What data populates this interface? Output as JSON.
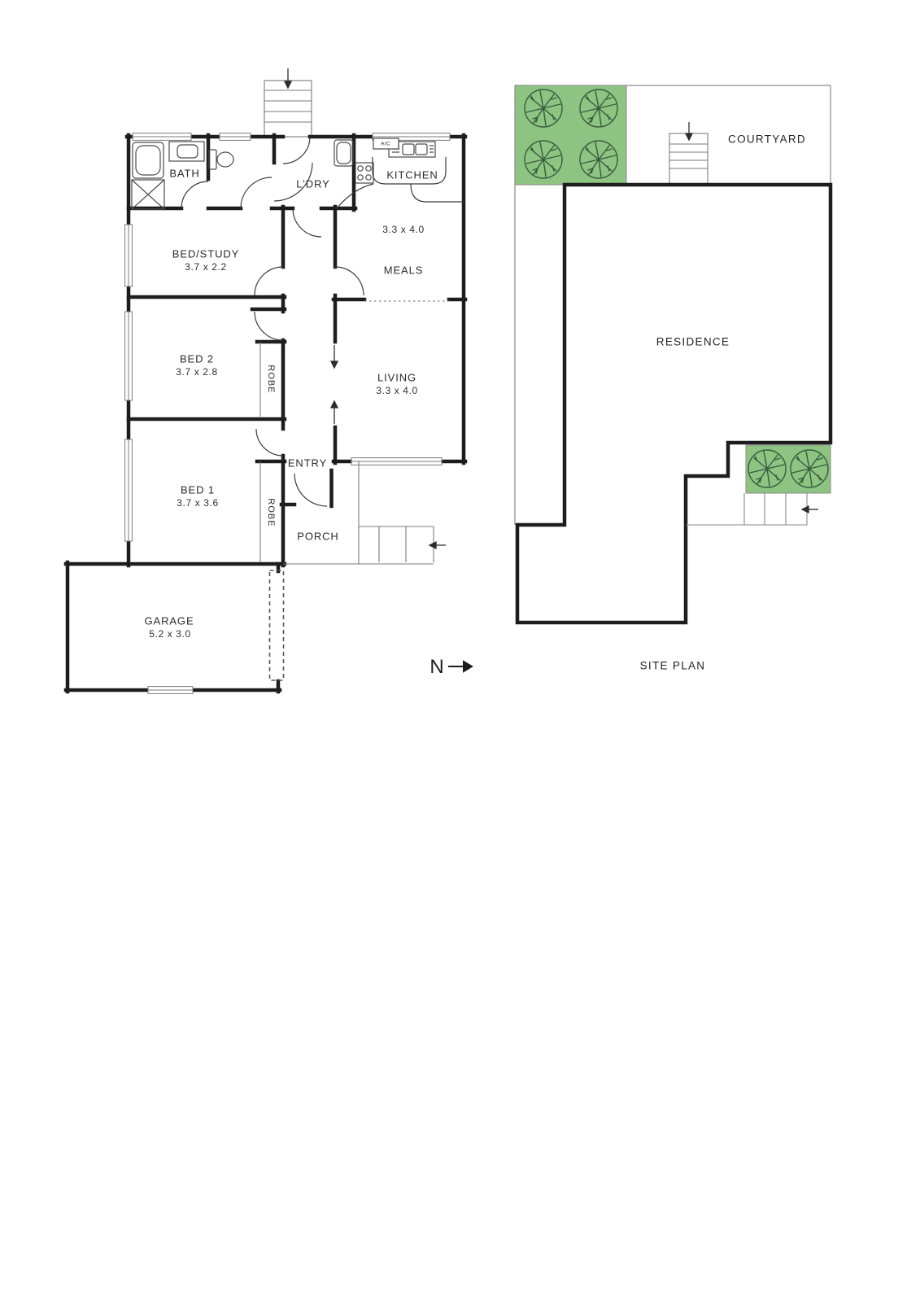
{
  "floor_plan": {
    "bath": {
      "label": "BATH"
    },
    "laundry": {
      "label": "L'DRY"
    },
    "kitchen": {
      "label": "KITCHEN"
    },
    "ac_unit": {
      "label": "A/C"
    },
    "kitchen_meals": {
      "dims": "3.3 x 4.0",
      "label": "MEALS"
    },
    "bed_study": {
      "label": "BED/STUDY",
      "dims": "3.7 x 2.2"
    },
    "bed2": {
      "label": "BED 2",
      "dims": "3.7 x 2.8",
      "robe": "ROBE"
    },
    "living": {
      "label": "LIVING",
      "dims": "3.3 x 4.0"
    },
    "bed1": {
      "label": "BED 1",
      "dims": "3.7 x 3.6",
      "robe": "ROBE"
    },
    "entry": {
      "label": "ENTRY"
    },
    "porch": {
      "label": "PORCH"
    },
    "garage": {
      "label": "GARAGE",
      "dims": "5.2 x 3.0"
    }
  },
  "site_plan": {
    "courtyard_label": "COURTYARD",
    "residence_label": "RESIDENCE",
    "title": "SITE PLAN"
  },
  "north_indicator": {
    "label": "N"
  },
  "icons": [
    "tree-icon",
    "stairs-icon",
    "north-arrow-icon",
    "entry-arrow-icon",
    "direction-arrow-icon",
    "bathtub-icon",
    "shower-icon",
    "toilet-icon",
    "vanity-sink-icon",
    "laundry-trough-icon",
    "kitchen-sink-icon",
    "stove-icon"
  ],
  "colors": {
    "wall": "#1d1d1d",
    "thin_line": "#7a7a7a",
    "grass_fill": "#8dc481",
    "tree_stroke": "#3b5a40",
    "text": "#2b2b2b"
  }
}
